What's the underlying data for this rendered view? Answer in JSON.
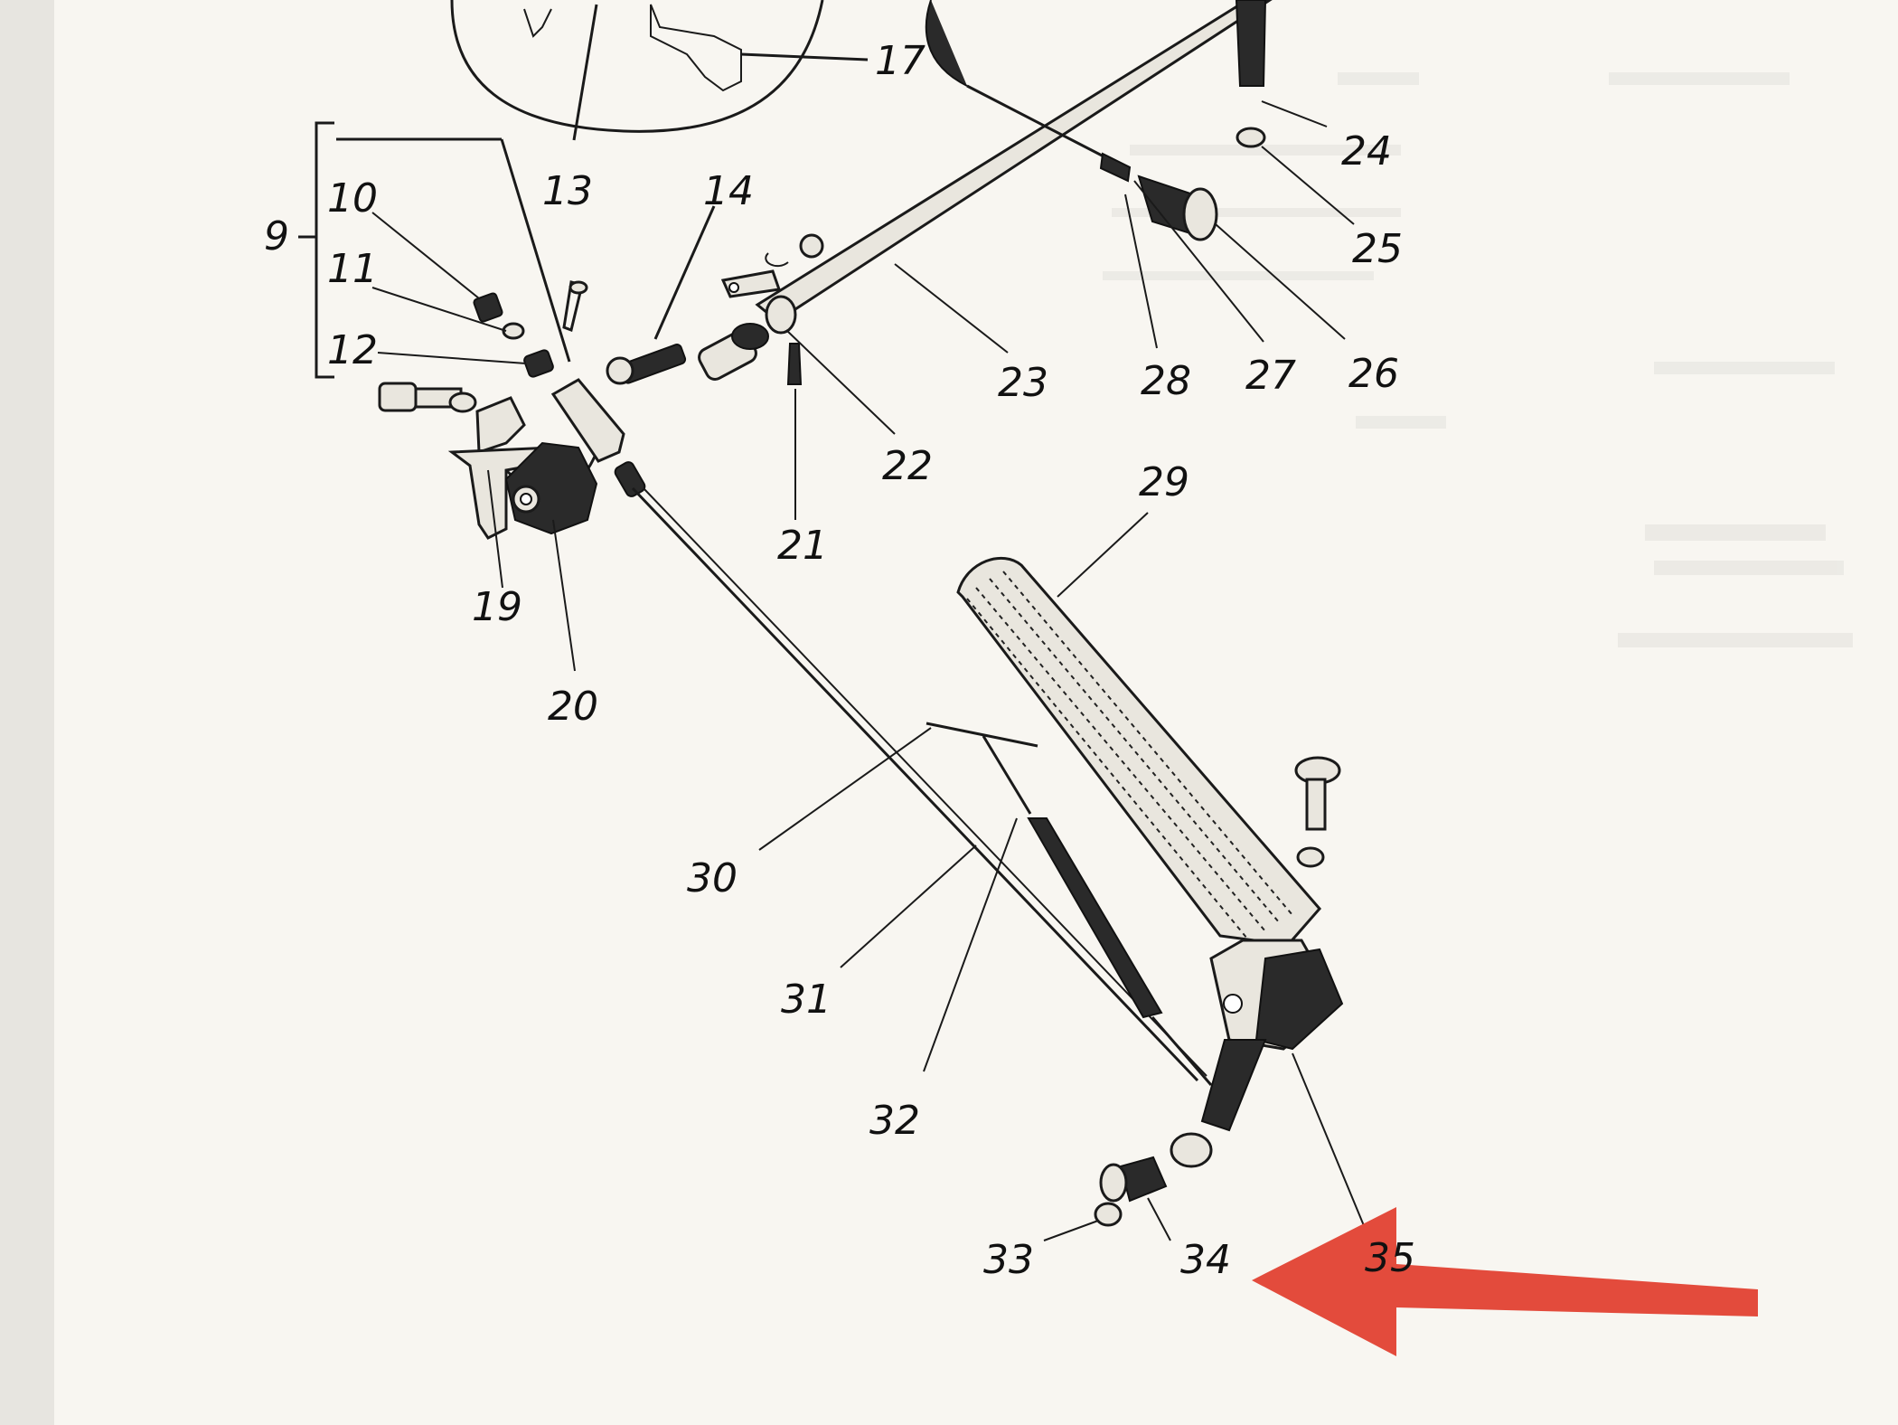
{
  "diagram": {
    "labels": {
      "p9": "9",
      "p10": "10",
      "p11": "11",
      "p12": "12",
      "p13": "13",
      "p14": "14",
      "p17": "17",
      "p19": "19",
      "p20": "20",
      "p21": "21",
      "p22": "22",
      "p23": "23",
      "p24": "24",
      "p25": "25",
      "p26": "26",
      "p27": "27",
      "p28": "28",
      "p29": "29",
      "p30": "30",
      "p31": "31",
      "p32": "32",
      "p33": "33",
      "p34": "34",
      "p35": "35"
    },
    "annotation": {
      "arrow_color": "#e34b3c"
    }
  }
}
